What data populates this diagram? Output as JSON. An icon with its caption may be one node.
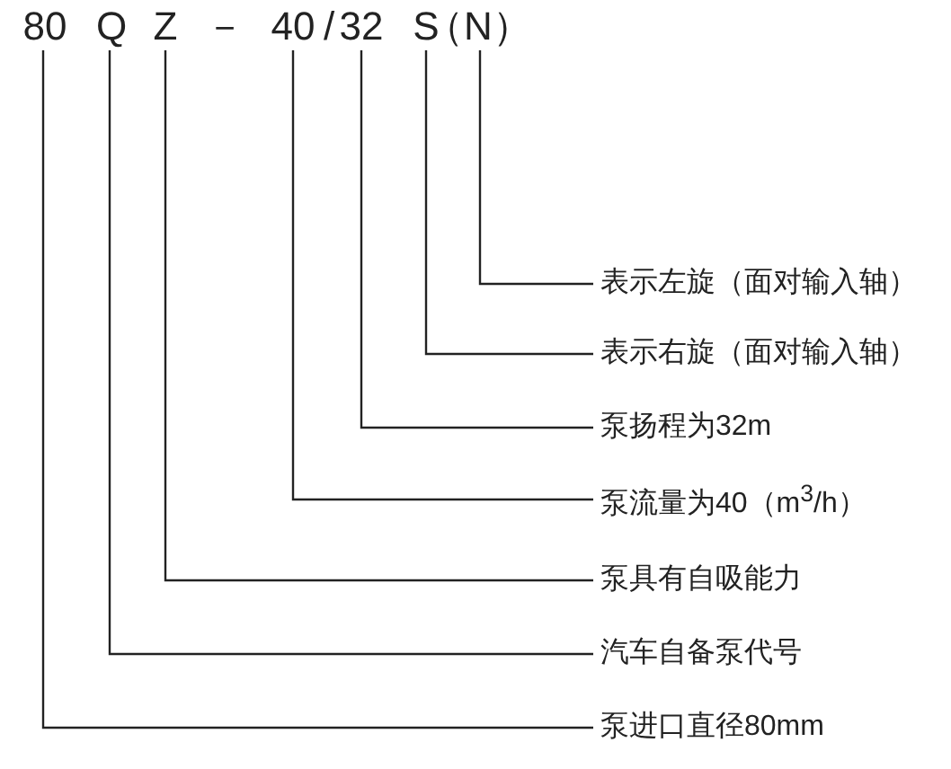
{
  "diagram": {
    "nodes": [
      {
        "text": [
          "80"
        ]
      },
      {
        "text": [
          "Q"
        ]
      },
      {
        "text": [
          "Z"
        ]
      },
      {
        "text": [
          "40"
        ]
      },
      {
        "text": [
          "32"
        ]
      },
      {
        "text": [
          "S"
        ]
      },
      {
        "text": [
          "（N）"
        ]
      },
      {
        "text": [
          "表示左旋（面对输入轴）"
        ]
      },
      {
        "text": [
          "表示右旋（面对输入轴）"
        ]
      },
      {
        "text": [
          "泵扬程为32m"
        ]
      },
      {
        "text": [
          "泵流量为40（m$^{3}$/h）"
        ]
      },
      {
        "text": [
          "泵具有自吸能力"
        ]
      },
      {
        "text": [
          "汽车自备泵代号"
        ]
      },
      {
        "text": [
          "泵进口直径80mm"
        ]
      }
    ],
    "edges": [
      {
        "from": 6,
        "to": 7,
        "arrow": "none"
      },
      {
        "from": 5,
        "to": 8,
        "arrow": "none"
      },
      {
        "from": 4,
        "to": 9,
        "arrow": "none"
      },
      {
        "from": 3,
        "to": 10,
        "arrow": "none"
      },
      {
        "from": 2,
        "to": 11,
        "arrow": "none"
      },
      {
        "from": 1,
        "to": 12,
        "arrow": "none"
      },
      {
        "from": 0,
        "to": 13,
        "arrow": "none"
      }
    ],
    "labels": [
      "－",
      "/"
    ]
  }
}
